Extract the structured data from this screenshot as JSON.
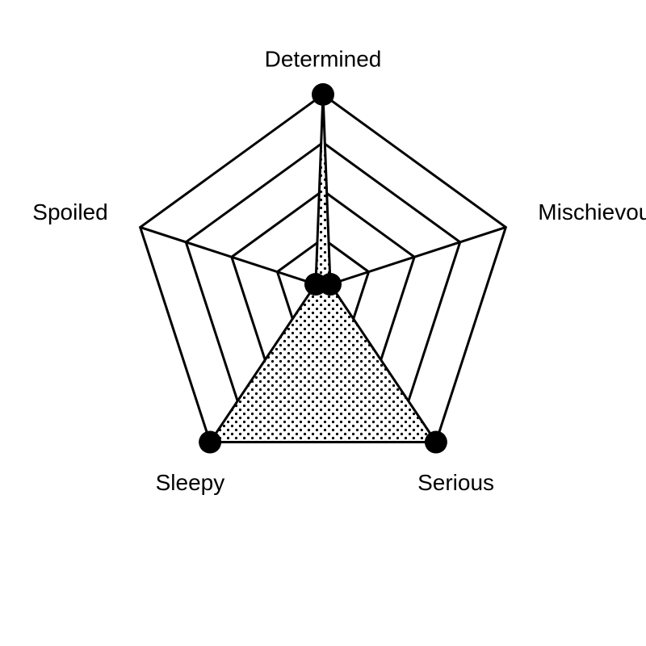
{
  "chart_data": {
    "type": "radar",
    "axes": [
      "Determined",
      "Mischievous",
      "Serious",
      "Sleepy",
      "Spoiled"
    ],
    "values": [
      5,
      0.2,
      5,
      5,
      0.2
    ],
    "range": [
      0,
      5
    ],
    "rings": 4,
    "fill_pattern": "dots",
    "colors": {
      "stroke": "#000000",
      "fill": "#ffffff",
      "point": "#000000"
    }
  }
}
